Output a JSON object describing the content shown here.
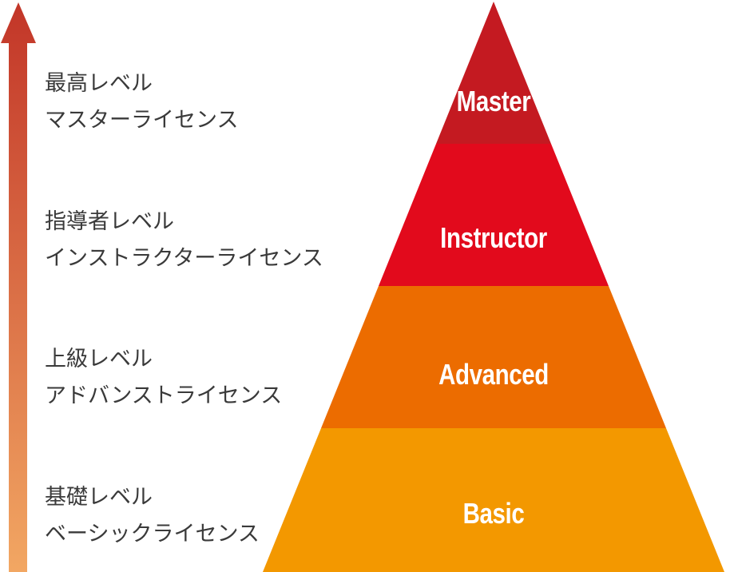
{
  "diagram": {
    "type": "pyramid-hierarchy",
    "background_color": "#ffffff",
    "tier_text_color": "#ffffff",
    "side_label_text_color": "#3a3a3a"
  },
  "arrow": {
    "direction": "up",
    "gradient_top_color": "#c23528",
    "gradient_bottom_color": "#f2a763"
  },
  "pyramid": {
    "tiers": [
      {
        "en": "Master",
        "color": "#c41a21",
        "jp_level": "最高レベル",
        "jp_license": "マスターライセンス"
      },
      {
        "en": "Instructor",
        "color": "#e20a1c",
        "jp_level": "指導者レベル",
        "jp_license": "インストラクターライセンス"
      },
      {
        "en": "Advanced",
        "color": "#ec6c00",
        "jp_level": "上級レベル",
        "jp_license": "アドバンストライセンス"
      },
      {
        "en": "Basic",
        "color": "#f39800",
        "jp_level": "基礎レベル",
        "jp_license": "ベーシックライセンス"
      }
    ]
  }
}
